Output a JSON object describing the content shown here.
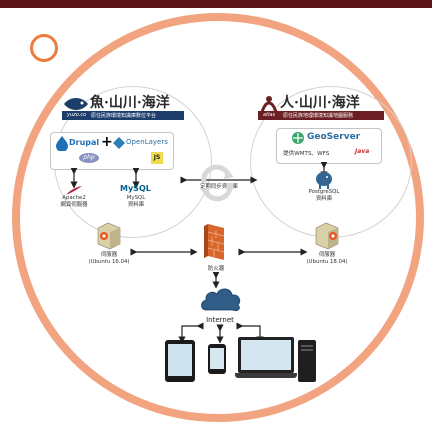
{
  "left_system": {
    "title": "魚·山川·海洋",
    "logo_text": "yuzo.co",
    "subtitle": "原住民族環境知識庫數位平台"
  },
  "right_system": {
    "title": "人·山川·海洋",
    "logo_text": "atlas",
    "subtitle": "原住民族地理環境知識地圖服務"
  },
  "left_tech": {
    "drupal": "Drupal",
    "php": "php",
    "openlayers": "OpenLayers",
    "js": "JS",
    "apache_label": "Apache2",
    "apache_sub": "網頁伺服器",
    "mysql_logo": "MySQL",
    "mysql_label": "MySQL",
    "mysql_sub": "資料庫"
  },
  "right_tech": {
    "geoserver": "GeoServer",
    "service_label": "提供WMTS、WFS",
    "java": "Java",
    "postgres_label": "PostgreSQL",
    "postgres_sub": "資料庫"
  },
  "sync_label": "定期同步資料庫",
  "left_server": {
    "label": "伺服器",
    "os": "(Ubuntu 16.04)"
  },
  "right_server": {
    "label": "伺服器",
    "os": "(Ubuntu 18.04)"
  },
  "firewall_label": "防火牆",
  "internet_label": "Internet",
  "colors": {
    "ring": "#f2a480",
    "small_ring": "#ee7c3c",
    "top_bar": "#5a1418",
    "banner_left": "#1d3d6b",
    "banner_right": "#6b1f24",
    "firewall": "#d8672e",
    "cloud": "#2f5d88"
  },
  "icons": {
    "sync": "refresh-icon",
    "server": "server-icon",
    "firewall": "firewall-icon",
    "cloud": "cloud-icon",
    "devices": [
      "tablet-icon",
      "phone-icon",
      "laptop-icon",
      "desktop-icon"
    ]
  }
}
